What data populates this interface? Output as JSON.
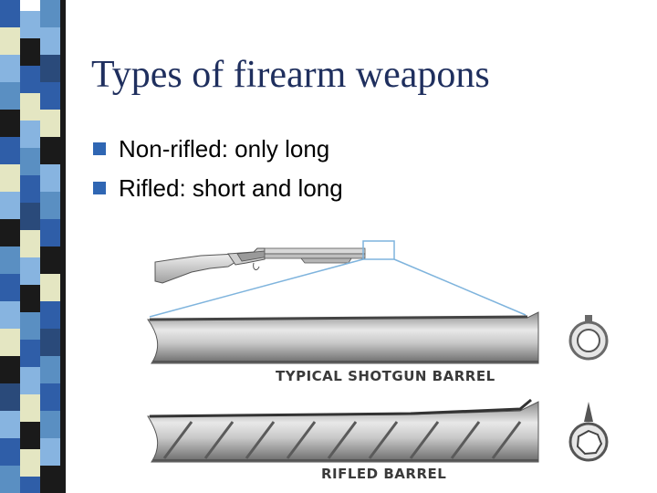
{
  "slide": {
    "title": "Types of firearm weapons",
    "bullets": [
      "Non-rifled: only long",
      "Rifled: short and long"
    ]
  },
  "figure": {
    "captions": {
      "shotgun_barrel": "TYPICAL  SHOTGUN  BARREL",
      "rifled_barrel": "RIFLED  BARREL"
    }
  },
  "colors": {
    "title": "#1f2f5e",
    "bullet": "#2f66b3",
    "callout_line": "#7fb4dd",
    "stripe_palette": [
      "#1a1a1a",
      "#2f5ea8",
      "#87b4e0",
      "#e4e6c2",
      "#5a8fc2",
      "#2a4a7a"
    ]
  }
}
